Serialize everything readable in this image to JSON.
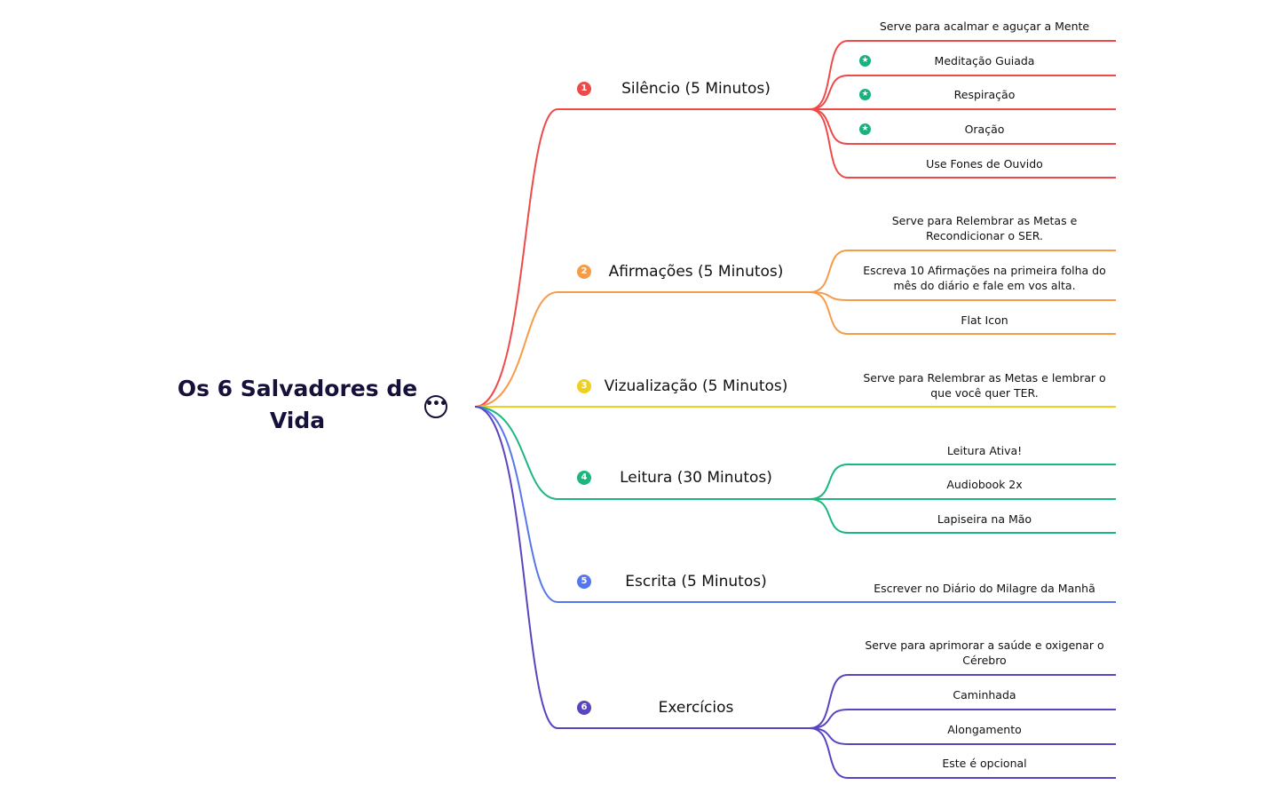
{
  "root": {
    "title": "Os 6 Salvadores de Vida",
    "collapse_icon": "more-dots-icon"
  },
  "branches": [
    {
      "number": "1",
      "title": "Silêncio (5 Minutos)",
      "color": "#ef4a4a",
      "children": [
        {
          "text": "Serve para acalmar e aguçar a Mente",
          "starred": false
        },
        {
          "text": "Meditação Guiada",
          "starred": true
        },
        {
          "text": "Respiração",
          "starred": true
        },
        {
          "text": "Oração",
          "starred": true
        },
        {
          "text": "Use Fones de Ouvido",
          "starred": false
        }
      ]
    },
    {
      "number": "2",
      "title": "Afirmações (5 Minutos)",
      "color": "#f59c4a",
      "children": [
        {
          "text": "Serve para Relembrar as Metas e Recondicionar o SER.",
          "starred": false
        },
        {
          "text": "Escreva 10 Afirmações na primeira folha do mês do diário e fale em vos alta.",
          "starred": false
        },
        {
          "text": "Flat Icon",
          "starred": false
        }
      ]
    },
    {
      "number": "3",
      "title": "Vizualização (5 Minutos)",
      "color": "#efd021",
      "children": [
        {
          "text": "Serve para Relembrar as Metas e lembrar o que você quer TER.",
          "starred": false
        }
      ]
    },
    {
      "number": "4",
      "title": "Leitura (30 Minutos)",
      "color": "#1db67e",
      "children": [
        {
          "text": "Leitura Ativa!",
          "starred": false
        },
        {
          "text": "Audiobook 2x",
          "starred": false
        },
        {
          "text": "Lapiseira na Mão",
          "starred": false
        }
      ]
    },
    {
      "number": "5",
      "title": "Escrita (5 Minutos)",
      "color": "#5577ee",
      "children": [
        {
          "text": "Escrever no Diário do Milagre da Manhã",
          "starred": false
        }
      ]
    },
    {
      "number": "6",
      "title": "Exercícios",
      "color": "#5a45c0",
      "children": [
        {
          "text": "Serve para aprimorar a saúde e oxigenar o Cérebro",
          "starred": false
        },
        {
          "text": "Caminhada",
          "starred": false
        },
        {
          "text": "Alongamento",
          "starred": false
        },
        {
          "text": "Este é opcional",
          "starred": false
        }
      ]
    }
  ],
  "icons": {
    "leaf_marker": "star-icon"
  }
}
